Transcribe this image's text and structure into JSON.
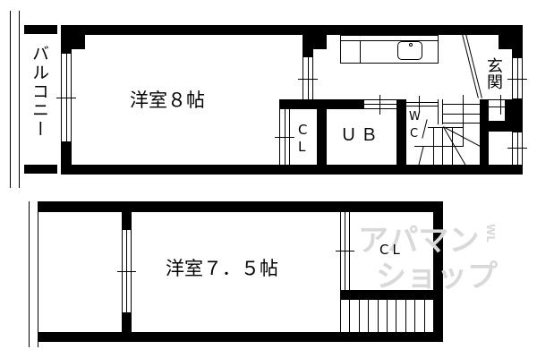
{
  "floor_plan": {
    "floor1": {
      "balcony_label": "バルコニー",
      "rooms": [
        {
          "id": "western-room-8",
          "label": "洋室８帖"
        },
        {
          "id": "closet-1",
          "label_line1": "C",
          "label_line2": "L"
        },
        {
          "id": "unit-bath",
          "label": "ＵＢ"
        },
        {
          "id": "toilet",
          "label_line1": "W",
          "label_line2": "C"
        },
        {
          "id": "entrance",
          "label": "玄関"
        }
      ]
    },
    "floor2": {
      "rooms": [
        {
          "id": "western-room-7-5",
          "label": "洋室７．５帖"
        },
        {
          "id": "closet-2",
          "label": "CL"
        }
      ]
    },
    "watermark": {
      "line1": "アパマン",
      "line2": "ショップ",
      "small": "WL"
    },
    "colors": {
      "wall": "#000000",
      "background": "#ffffff",
      "watermark": "#d9d9d9"
    }
  }
}
